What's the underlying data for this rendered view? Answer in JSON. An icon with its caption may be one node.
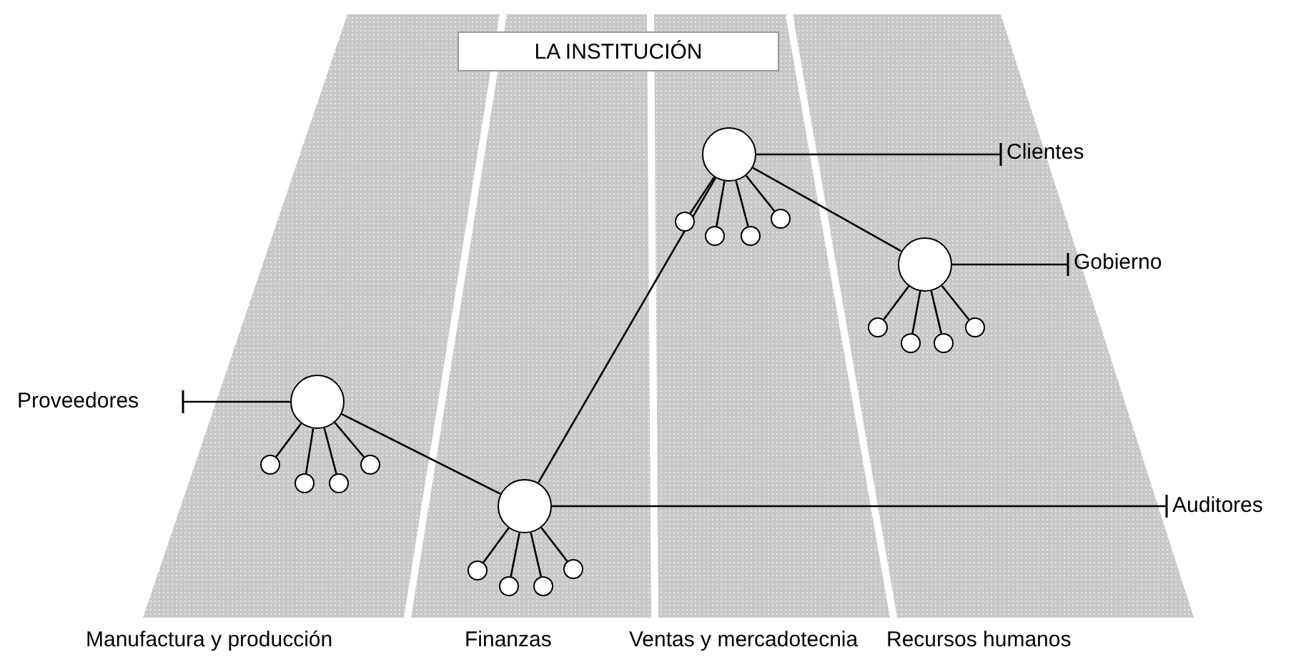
{
  "diagram": {
    "nodes": [
      {
        "text": [
          "LA INSTITUCIÓN"
        ]
      },
      {
        "text": [
          "Proveedores"
        ]
      },
      {
        "text": [],
        "shape": "circle"
      },
      {
        "text": [],
        "shape": "circle"
      },
      {
        "text": [],
        "shape": "circle"
      },
      {
        "text": [],
        "shape": "circle"
      },
      {
        "text": [],
        "shape": "circle"
      },
      {
        "text": [],
        "shape": "circle"
      },
      {
        "text": [],
        "shape": "circle"
      },
      {
        "text": [],
        "shape": "circle"
      },
      {
        "text": [],
        "shape": "circle"
      },
      {
        "text": [],
        "shape": "circle"
      },
      {
        "text": [],
        "shape": "circle"
      },
      {
        "text": [],
        "shape": "circle"
      },
      {
        "text": [],
        "shape": "circle"
      },
      {
        "text": [],
        "shape": "circle"
      },
      {
        "text": [],
        "shape": "circle"
      },
      {
        "text": [
          "Clientes"
        ]
      },
      {
        "text": [],
        "shape": "circle"
      },
      {
        "text": [],
        "shape": "circle"
      },
      {
        "text": [],
        "shape": "circle"
      },
      {
        "text": [],
        "shape": "circle"
      },
      {
        "text": [],
        "shape": "circle"
      },
      {
        "text": [
          "Gobierno"
        ]
      },
      {
        "text": [
          "Auditores"
        ]
      }
    ],
    "edges": [
      {
        "from": 1,
        "to": 2,
        "arrow": "other"
      },
      {
        "from": 2,
        "to": 3,
        "arrow": "none"
      },
      {
        "from": 2,
        "to": 4,
        "arrow": "none"
      },
      {
        "from": 2,
        "to": 5,
        "arrow": "none"
      },
      {
        "from": 2,
        "to": 6,
        "arrow": "none"
      },
      {
        "from": 2,
        "to": 7,
        "arrow": "none"
      },
      {
        "from": 7,
        "to": 8,
        "arrow": "none"
      },
      {
        "from": 7,
        "to": 9,
        "arrow": "none"
      },
      {
        "from": 7,
        "to": 10,
        "arrow": "none"
      },
      {
        "from": 7,
        "to": 11,
        "arrow": "none"
      },
      {
        "from": 7,
        "to": 12,
        "arrow": "none"
      },
      {
        "from": 12,
        "to": 13,
        "arrow": "none"
      },
      {
        "from": 12,
        "to": 14,
        "arrow": "none"
      },
      {
        "from": 12,
        "to": 15,
        "arrow": "none"
      },
      {
        "from": 12,
        "to": 16,
        "arrow": "none"
      },
      {
        "from": 17,
        "to": 12,
        "arrow": "other"
      },
      {
        "from": 12,
        "to": 18,
        "arrow": "none"
      },
      {
        "from": 18,
        "to": 19,
        "arrow": "none"
      },
      {
        "from": 18,
        "to": 20,
        "arrow": "none"
      },
      {
        "from": 18,
        "to": 21,
        "arrow": "none"
      },
      {
        "from": 18,
        "to": 22,
        "arrow": "none"
      },
      {
        "from": 23,
        "to": 18,
        "arrow": "other"
      },
      {
        "from": 24,
        "to": 7,
        "arrow": "other"
      }
    ],
    "labels": [
      "Manufactura y producción",
      "Finanzas",
      "Ventas y mercadotecnia",
      "Recursos humanos"
    ]
  }
}
